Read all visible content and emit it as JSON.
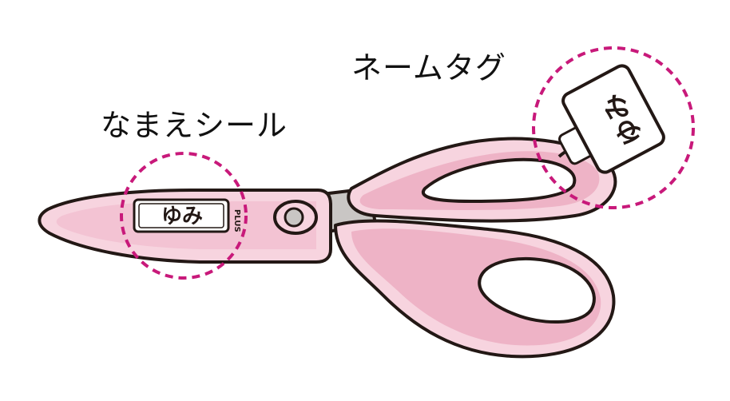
{
  "captions": {
    "name_sticker": "なまえシール",
    "name_tag": "ネームタグ"
  },
  "sticker": {
    "name": "ゆみ",
    "brand": "PLUS"
  },
  "tag": {
    "name": "ゆみ"
  },
  "colors": {
    "outline": "#231815",
    "pink_light": "#f7d4df",
    "pink_mid": "#eeb3c6",
    "pink_dark": "#e39ab3",
    "highlight_circle": "#c8197a",
    "blade": "#c9c6c4",
    "label_fill": "#ffffff"
  },
  "icons": [
    "scissors-illustration",
    "dashed-highlight-circle"
  ]
}
